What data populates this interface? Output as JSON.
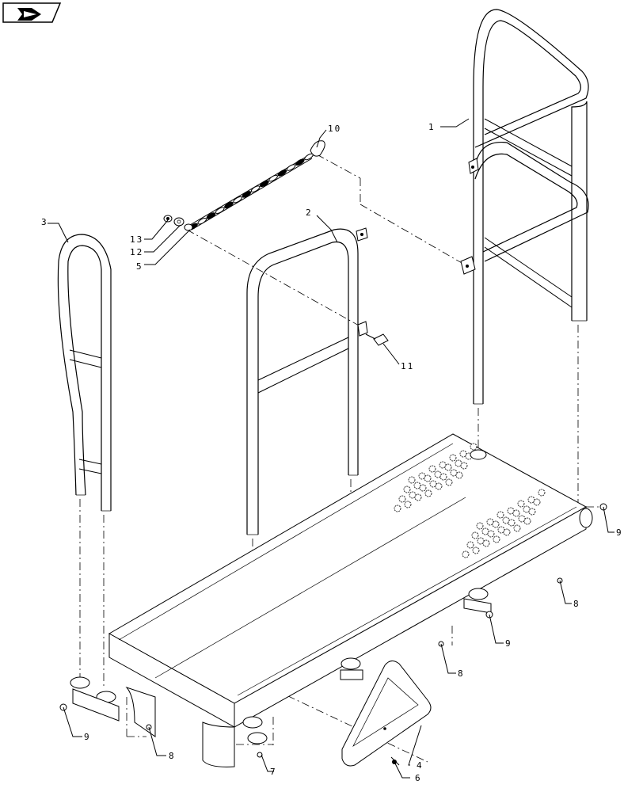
{
  "diagram": {
    "callouts": [
      {
        "id": "c1",
        "text": "1"
      },
      {
        "id": "c2",
        "text": "2"
      },
      {
        "id": "c3",
        "text": "3"
      },
      {
        "id": "c4",
        "text": "4"
      },
      {
        "id": "c5",
        "text": "5"
      },
      {
        "id": "c6",
        "text": "6"
      },
      {
        "id": "c7",
        "text": "7"
      },
      {
        "id": "c8a",
        "text": "8"
      },
      {
        "id": "c8b",
        "text": "8"
      },
      {
        "id": "c8c",
        "text": "8"
      },
      {
        "id": "c9a",
        "text": "9"
      },
      {
        "id": "c9b",
        "text": "9"
      },
      {
        "id": "c9c",
        "text": "9"
      },
      {
        "id": "c10",
        "text": "10"
      },
      {
        "id": "c11",
        "text": "11"
      },
      {
        "id": "c12",
        "text": "12"
      },
      {
        "id": "c13",
        "text": "13"
      }
    ]
  }
}
